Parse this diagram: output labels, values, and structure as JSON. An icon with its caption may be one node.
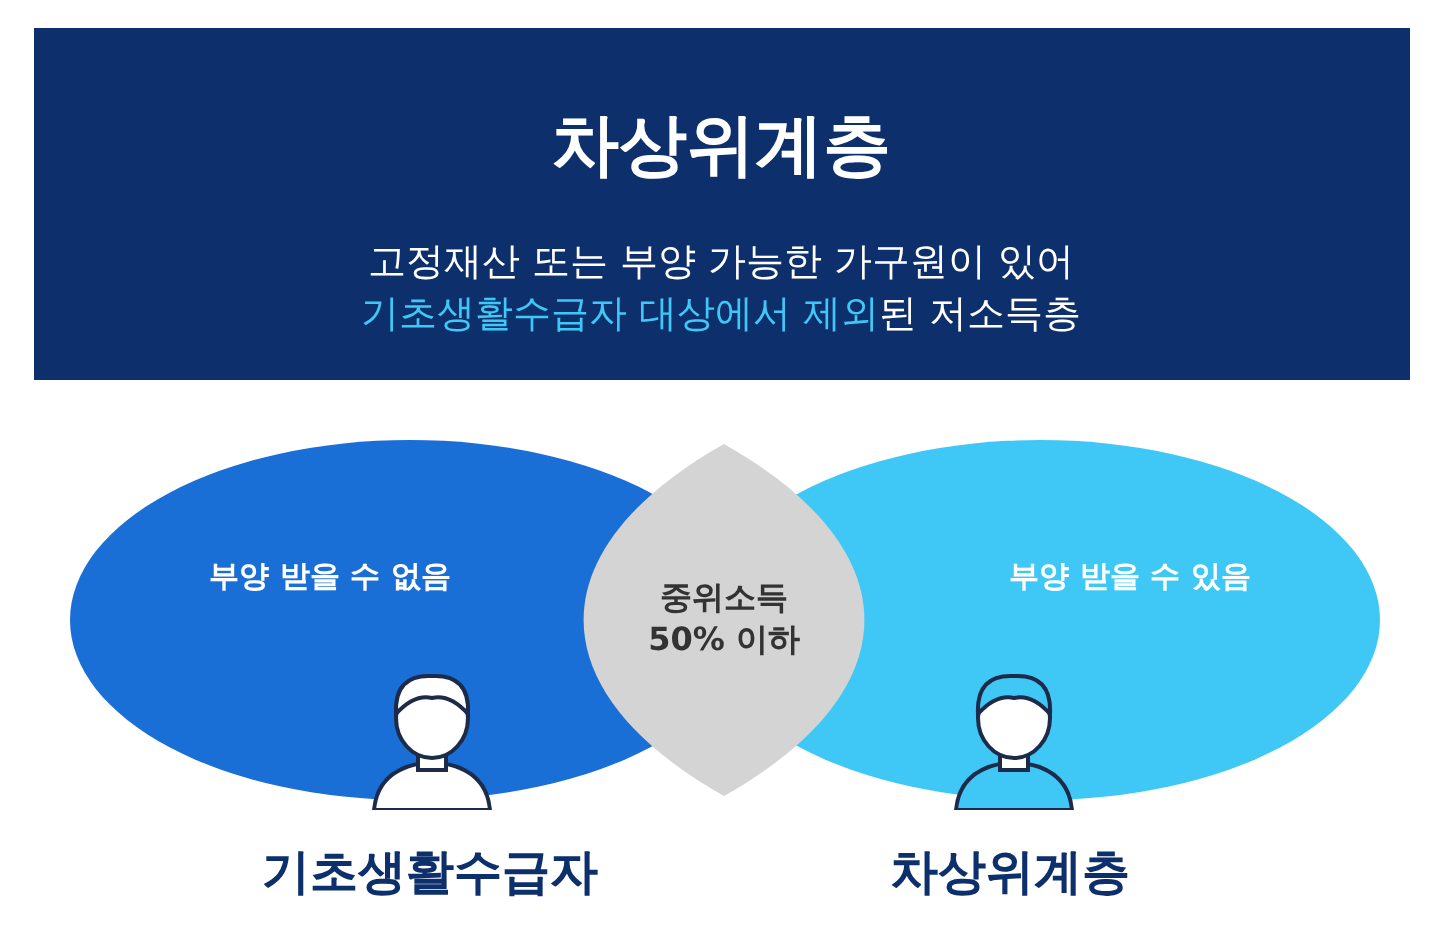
{
  "diagram": {
    "title": "차상위계층",
    "nodes": [
      {
        "text": [
          "부양 받을 수 없음"
        ]
      },
      {
        "text": [
          "부양 받을 수 있음"
        ]
      },
      {
        "text": [
          "중위소득 50% 이하"
        ]
      }
    ],
    "edges": [],
    "labels": [
      "고정재산 또는 부양 가능한 가구원이 있어",
      "기초생활수급자 대상에서 제외",
      "된 저소득층",
      "기초생활수급자",
      "차상위계층"
    ]
  }
}
